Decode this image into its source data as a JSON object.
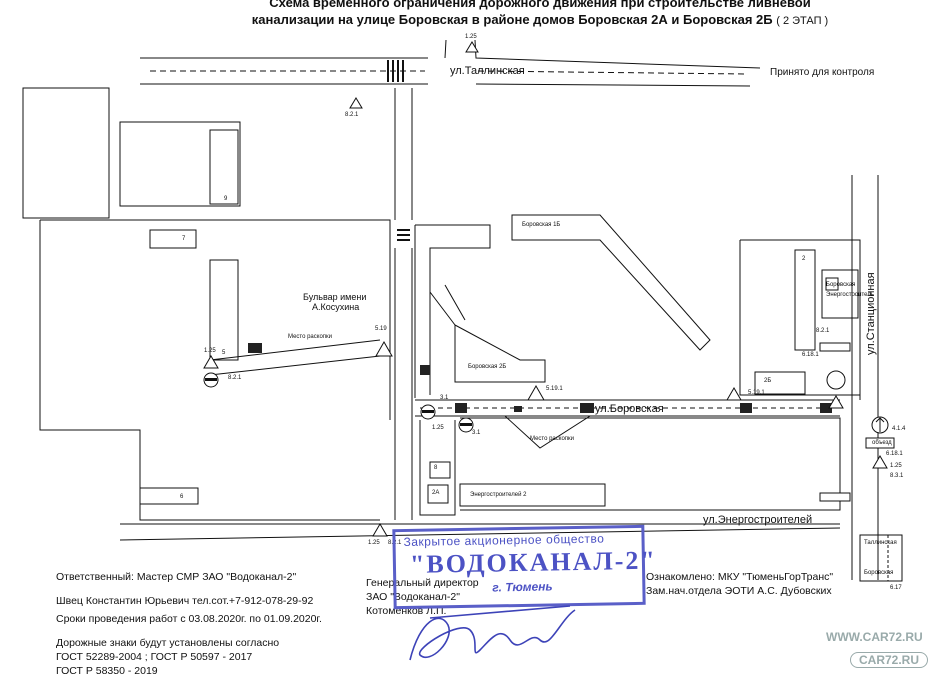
{
  "header": {
    "title_line1": "Схема временного ограничения дорожного движения при строительстве ливневой",
    "title_line2": "канализации на улице Боровская в районе домов Боровская 2А и Боровская 2Б",
    "stage": "( 2 ЭТАП )"
  },
  "accepted_label": "Принято для контроля",
  "streets": {
    "tallinskaya": "ул.Таллинская",
    "borovskaya": "ул.Боровская",
    "energostroiteley": "ул.Энергостроителей",
    "stantsionnaya": "ул.Станционная"
  },
  "labels": {
    "boulevard_line1": "Бульвар имени",
    "boulevard_line2": "А.Косухина",
    "excavation1": "Место раскопки",
    "excavation2": "Место раскопки",
    "house_1b": "Боровская 1Б",
    "house_2b_label": "Боровская 2Б",
    "energostroitelei2": "Энергостроителей 2",
    "energoservice": "Энергостроитель",
    "borovskaya_corner": "Боровская",
    "tallinskaya_inset": "Таллинская",
    "borovskaya_inset": "Боровская",
    "detour_sign": "объезд"
  },
  "house_numbers": {
    "h9": "9",
    "h7": "7",
    "h5": "5",
    "h6": "6",
    "h8": "8",
    "h2a": "2А",
    "h2": "2",
    "h2b": "2Б"
  },
  "sign_codes": {
    "s1": "1.25",
    "s2": "8.2.1",
    "s3": "5.19",
    "s4": "1.25",
    "s5": "8.2.1",
    "s6": "3.1",
    "s7": "1.25",
    "s8": "5.19.1",
    "s9": "3.1",
    "s10": "8.2.1",
    "s11": "6.18.1",
    "s12": "4.1.4",
    "s13": "6.18.1",
    "s14": "1.25",
    "s15": "8.3.1",
    "s16": "6.17",
    "s17": "1.25",
    "s18": "8.2.1",
    "s19": "5.19.1"
  },
  "footer": {
    "responsible": "Ответственный: Мастер СМР ЗАО \"Водоканал-2\"",
    "contact": "Швец Константин  Юрьевич тел.сот.+7-912-078-29-92",
    "dates": "Сроки проведения работ с 03.08.2020г.  по 01.09.2020г.",
    "signs_line1": "Дорожные знаки будут установлены согласно",
    "signs_line2": "ГОСТ 52289-2004 ; ГОСТ Р 50597 - 2017",
    "signs_line3": "ГОСТ Р 58350 - 2019",
    "gd_line1": "Генеральный директор",
    "gd_line2": "ЗАО \"Водоканал-2\"",
    "gd_line3": "Котоменков Л.П.",
    "ack_line1": "Ознакомлено: МКУ \"ТюменьГорТранс\"",
    "ack_line2": "Зам.нач.отдела ЭОТИ  А.С. Дубовских"
  },
  "stamp": {
    "line1": "Закрытое акционерное общество",
    "line2": "\"ВОДОКАНАЛ-2\"",
    "line3": "г. Тюмень"
  },
  "watermark": {
    "line1": "WWW.CAR72.RU",
    "line2": "CAR72.RU"
  },
  "colors": {
    "ink": "#111111",
    "stamp": "#4c52c4",
    "watermark": "#9aaaaa"
  }
}
